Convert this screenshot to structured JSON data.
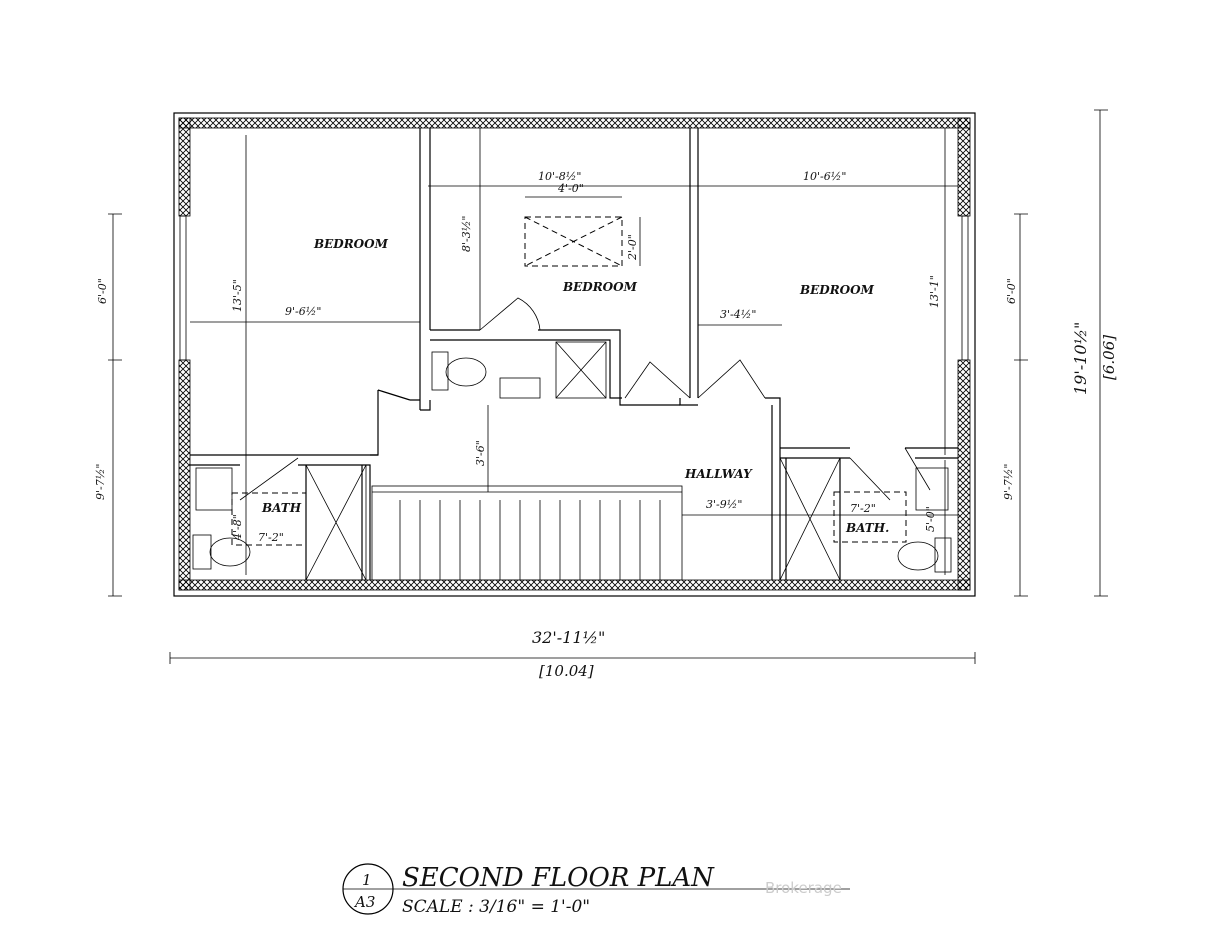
{
  "title": {
    "number": "1",
    "sheet": "A3",
    "name": "SECOND FLOOR PLAN",
    "scale": "SCALE : 3/16\" = 1'-0\""
  },
  "watermark": "Brokerage",
  "rooms": {
    "bedroom_left": "BEDROOM",
    "bedroom_center": "BEDROOM",
    "bedroom_right": "BEDROOM",
    "hallway": "HALLWAY",
    "bath_left": "BATH",
    "bath_right": "BATH."
  },
  "dimensions": {
    "center_bedroom_width": "10'-8½\"",
    "skylight_width": "4'-0\"",
    "right_bedroom_width": "10'-6½\"",
    "center_bedroom_depth": "8'-3½\"",
    "skylight_depth": "2'-0\"",
    "left_bedroom_depth": "13'-5\"",
    "left_bedroom_width": "9'-6½\"",
    "closet_width": "3'-4½\"",
    "right_bedroom_depth": "13'-1\"",
    "hall_depth": "3'-6\"",
    "hall_width": "3'-9½\"",
    "left_bath_width": "7'-2\"",
    "left_bath_depth": "4'-8\"",
    "right_bath_width": "7'-2\"",
    "right_bath_depth": "5'-0\"",
    "left_upper": "6'-0\"",
    "left_lower": "9'-7½\"",
    "right_upper": "6'-0\"",
    "right_lower": "9'-7½\"",
    "overall_depth": "19'-10½\"",
    "overall_depth_m": "[6.06]",
    "overall_width": "32'-11½\"",
    "overall_width_m": "[10.04]"
  }
}
